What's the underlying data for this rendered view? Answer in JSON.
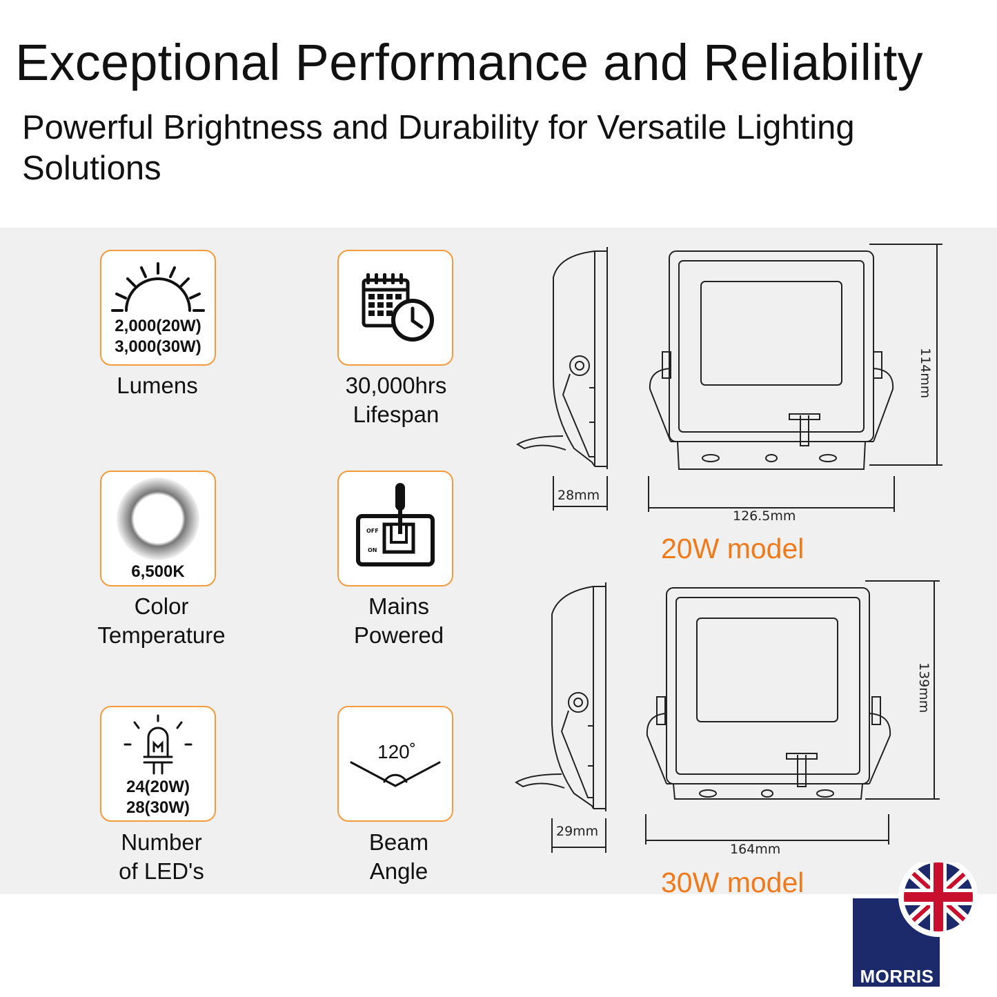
{
  "header": {
    "title": "Exceptional Performance and Reliability",
    "subtitle": "Powerful Brightness and Durability for Versatile Lighting Solutions"
  },
  "features": [
    {
      "id": "lumens",
      "icon": "sun-rising-icon",
      "tile_lines": [
        "2,000(20W)",
        "3,000(30W)"
      ],
      "caption": "Lumens"
    },
    {
      "id": "lifespan",
      "icon": "calendar-clock-icon",
      "tile_lines": [],
      "caption_lines": [
        "30,000hrs",
        "Lifespan"
      ]
    },
    {
      "id": "color-temperature",
      "icon": "light-ring-icon",
      "tile_lines": [
        "6,500K"
      ],
      "caption_lines": [
        "Color",
        "Temperature"
      ]
    },
    {
      "id": "mains-powered",
      "icon": "switch-icon",
      "switch_off": "OFF",
      "switch_on": "ON",
      "caption_lines": [
        "Mains",
        "Powered"
      ]
    },
    {
      "id": "led-count",
      "icon": "led-bulb-icon",
      "tile_lines": [
        "24(20W)",
        "28(30W)"
      ],
      "caption_lines": [
        "Number",
        "of LED's"
      ]
    },
    {
      "id": "beam-angle",
      "icon": "beam-angle-icon",
      "angle": "120˚",
      "caption_lines": [
        "Beam",
        "Angle"
      ]
    }
  ],
  "models": [
    {
      "label": "20W model",
      "depth": "28mm",
      "width": "126.5mm",
      "height": "114mm"
    },
    {
      "label": "30W model",
      "depth": "29mm",
      "width": "164mm",
      "height": "139mm"
    }
  ],
  "brand": {
    "name": "MORRIS",
    "flag": "union-jack-icon"
  },
  "colors": {
    "accent": "#f39a3a",
    "model_label": "#f07a1a",
    "panel": "#f0f0f0",
    "brand_navy": "#1c2a6b"
  }
}
